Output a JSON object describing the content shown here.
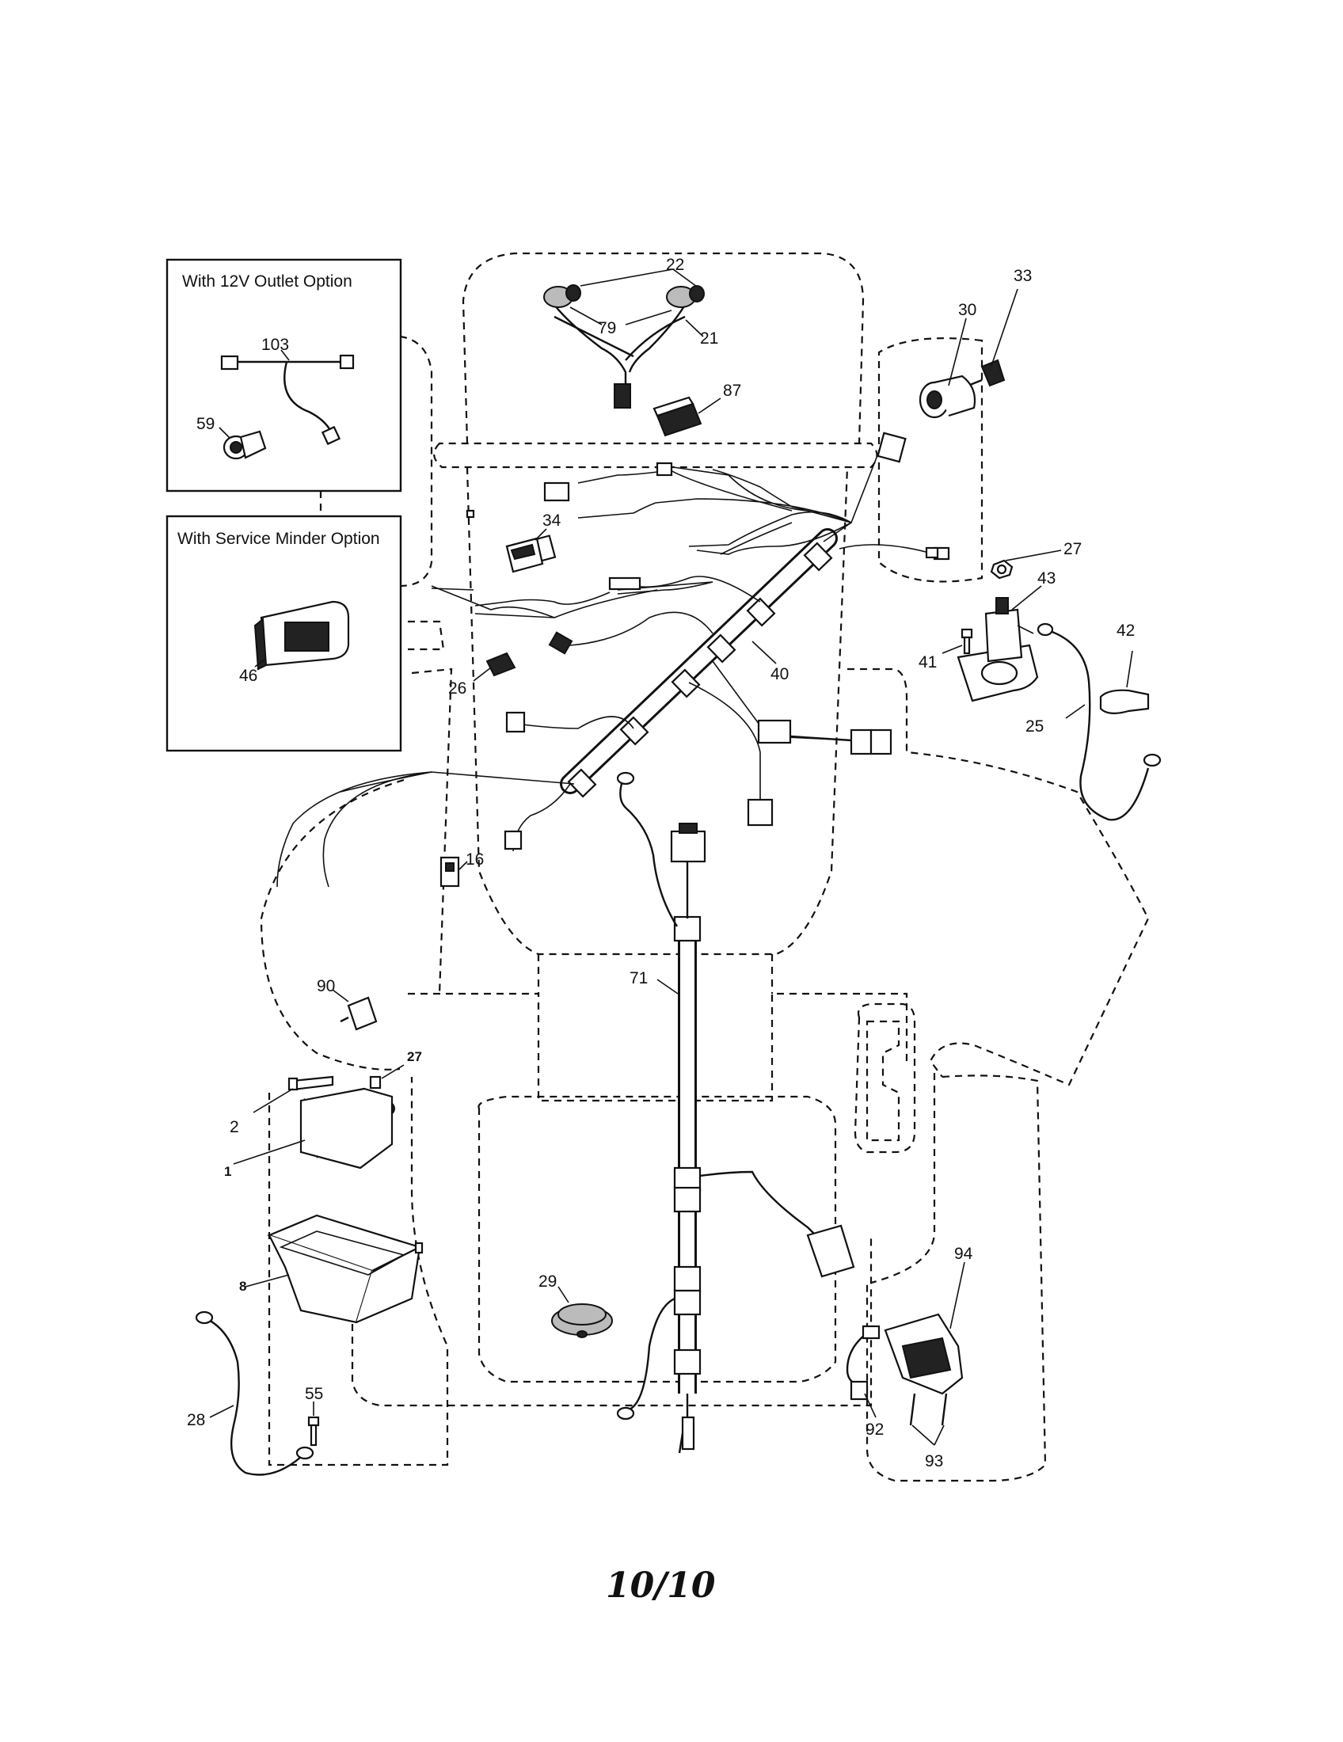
{
  "insets": {
    "outlet_option_title": "With 12V Outlet Option",
    "service_minder_title": "With Service Minder Option"
  },
  "callouts": {
    "c1": "1",
    "c2": "2",
    "c8": "8",
    "c16": "16",
    "c21": "21",
    "c22": "22",
    "c25": "25",
    "c26": "26",
    "c27a": "27",
    "c27b": "27",
    "c28": "28",
    "c29": "29",
    "c30": "30",
    "c33": "33",
    "c34": "34",
    "c40": "40",
    "c41": "41",
    "c42": "42",
    "c43": "43",
    "c46": "46",
    "c55": "55",
    "c59": "59",
    "c71": "71",
    "c79": "79",
    "c87": "87",
    "c90": "90",
    "c92": "92",
    "c93": "93",
    "c94": "94",
    "c103": "103"
  },
  "page_number": "10/10"
}
